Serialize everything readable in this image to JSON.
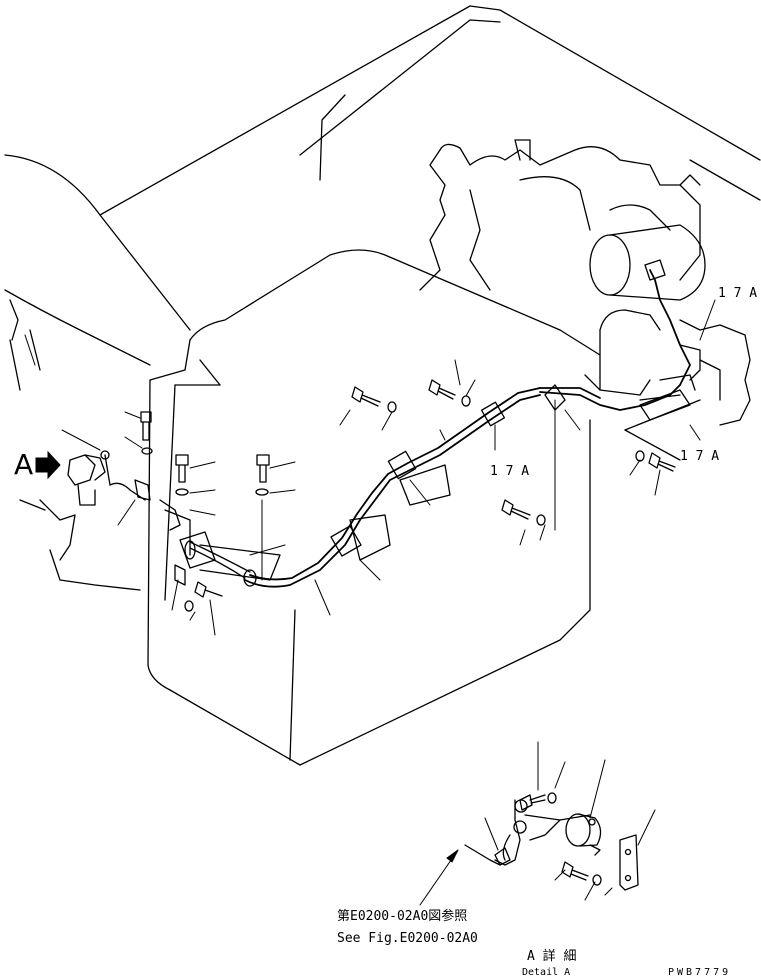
{
  "labels": {
    "view_arrow_letter": "A",
    "part_ref_1": "1 7 A",
    "part_ref_2": "1 7 A",
    "part_ref_3": "1 7 A"
  },
  "notes": {
    "reference_jp": "第E0200-02A0図参照",
    "reference_en": "See Fig.E0200-02A0",
    "detail_jp": "A 詳 細",
    "detail_en": "Detail A",
    "drawing_code": "PWB7779"
  }
}
